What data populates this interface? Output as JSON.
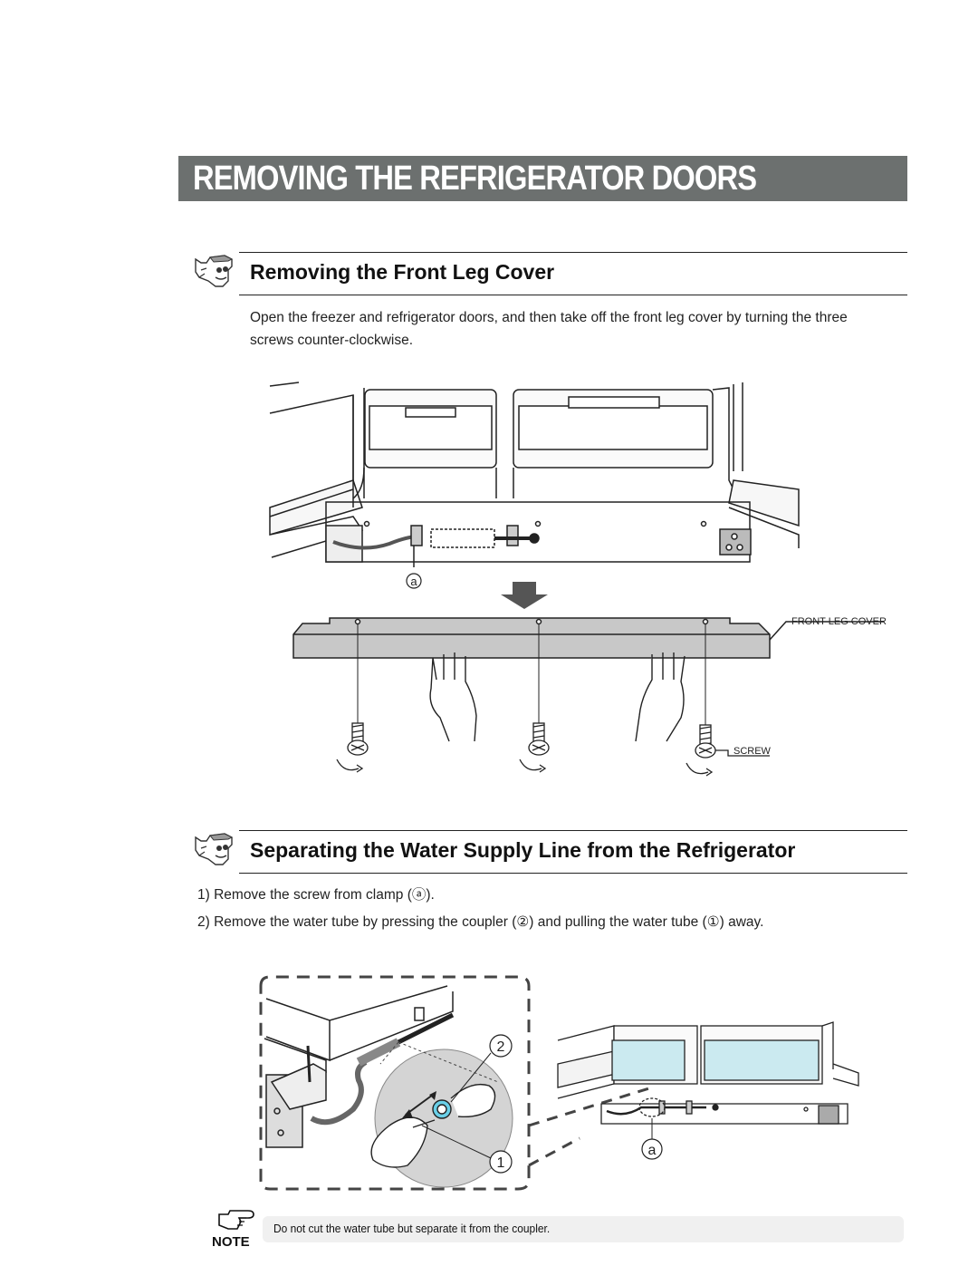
{
  "title": "REMOVING THE REFRIGERATOR  DOORS",
  "section1": {
    "heading": "Removing the Front Leg Cover",
    "text": "Open the freezer and refrigerator doors, and then take off the front leg cover by turning the three screws counter-clockwise."
  },
  "figure1": {
    "clamp_label": "a",
    "front_leg_cover_label": "FRONT LEG COVER",
    "screw_label": "SCREW"
  },
  "section2": {
    "heading": "Separating the Water Supply Line from the Refrigerator",
    "steps": [
      "1)  Remove the screw from clamp (ⓐ).",
      "2)  Remove the water tube by pressing the coupler (②) and pulling the water tube (①) away."
    ]
  },
  "figure2": {
    "coupler_label": "2",
    "tube_label": "1",
    "clamp_label": "a"
  },
  "note": {
    "label": "NOTE",
    "text": "Do not cut the water tube but separate it from the coupler."
  }
}
